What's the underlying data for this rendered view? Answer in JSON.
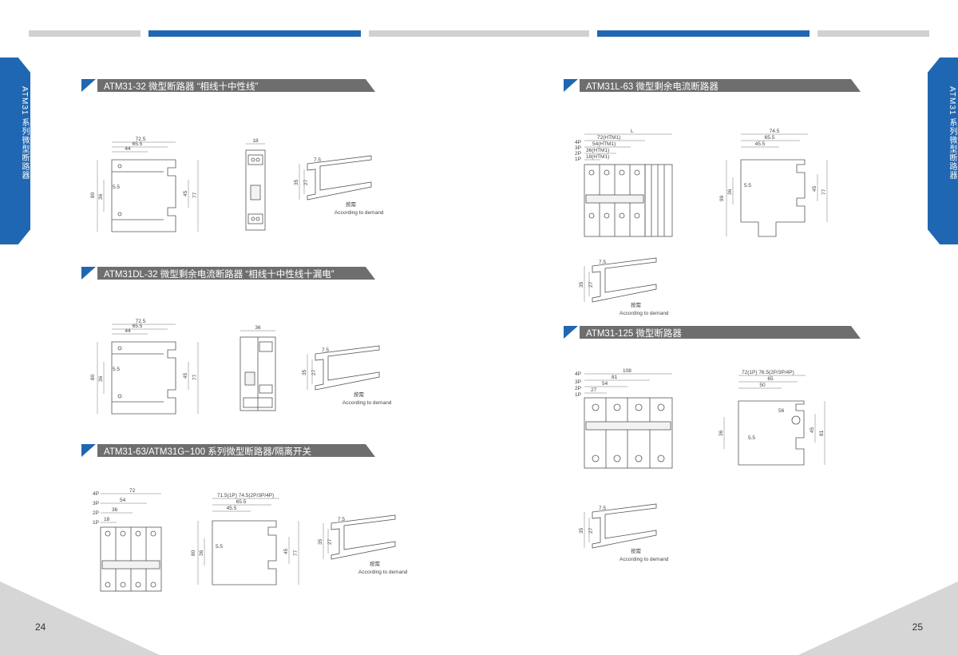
{
  "colors": {
    "accent": "#1f67b2",
    "grey_bar": "#d1d1d1",
    "section_bar": "#6e6e6e"
  },
  "side_label": "ATM31 系列微型断路器",
  "pages": {
    "left": "24",
    "right": "25"
  },
  "sections": [
    {
      "title": "ATM31-32  微型断路器  “相线十中性线”"
    },
    {
      "title": "ATM31DL-32  微型剩余电流断路器  “相线十中性线十漏电”"
    },
    {
      "title": "ATM31-63/ATM31G−100 系列微型断路器/隔离开关"
    },
    {
      "title": "ATM31L-63  微型剩余电流断路器"
    },
    {
      "title": "ATM31-125  微型断路器"
    }
  ],
  "rail": {
    "d1": "7.5",
    "d2": "35",
    "d3": "27",
    "note_cn": "按需",
    "note_en": "According to demand"
  },
  "side_dims": {
    "w1": "72.5",
    "w2": "65.5",
    "w3": "44",
    "h1": "80",
    "h2": "36",
    "h3": "45",
    "h4": "77",
    "s": "5.5"
  },
  "s1_front": {
    "w": "18"
  },
  "s2_front": {
    "w": "36"
  },
  "s3_front": {
    "w1": "72",
    "w2": "54",
    "w3": "36",
    "w4": "18",
    "p4": "4P",
    "p3": "3P",
    "p2": "2P",
    "p1": "1P"
  },
  "s3_side": {
    "w1": "71.5(1P) 74.5(2P/3P/4P)",
    "w2": "65.5",
    "w3": "45.5",
    "h1": "80",
    "h2": "36",
    "h3": "45",
    "h4": "77",
    "s": "5.5"
  },
  "s4_front": {
    "L": "L",
    "w1": "72(HTM1)",
    "w2": "54(HTM1)",
    "w3": "36(HTM1)",
    "w4": "18(HTM1)",
    "p4": "4P",
    "p3": "3P",
    "p2": "2P",
    "p1": "1P"
  },
  "s4_side": {
    "w1": "74.5",
    "w2": "65.5",
    "w3": "45.5",
    "h1": "99",
    "h2": "36",
    "h3": "45",
    "h4": "77",
    "s": "5.5"
  },
  "s5_front": {
    "w1": "108",
    "w2": "81",
    "w3": "54",
    "w4": "27",
    "p4": "4P",
    "p3": "3P",
    "p2": "2P",
    "p1": "1P"
  },
  "s5_side": {
    "w1": "72(1P) 76.5(2P/3P/4P)",
    "w2": "65",
    "w3": "50",
    "h1": "36",
    "h2": "45",
    "h3": "81",
    "s": "5.5",
    "s2": "56"
  }
}
